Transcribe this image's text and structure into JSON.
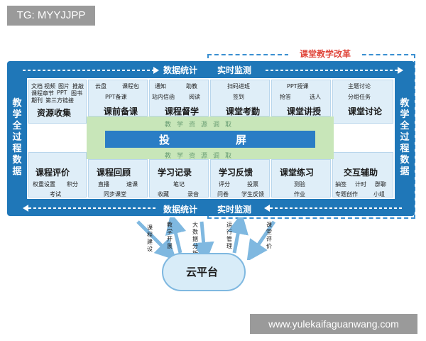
{
  "tag": "TG: MYYJJPP",
  "watermark": "www.yulekaifaguanwang.com",
  "reform_label": "课堂教学改革",
  "top_bar": {
    "left": "数据统计",
    "right": "实时监测"
  },
  "bottom_bar": {
    "left": "数据统计",
    "right": "实时监测"
  },
  "side_left": "教学全过程数据",
  "side_right": "教学全过程数据",
  "center": {
    "projection_a": "投",
    "projection_b": "屏",
    "hint_top": "教学资源调取",
    "hint_bottom": "教学资源调取"
  },
  "top_row": [
    {
      "title": "资源收集",
      "items": [
        "文档",
        "视频",
        "图片",
        "推敲",
        "课程章节",
        "PPT",
        "图书",
        "期刊",
        "第三方链接"
      ]
    },
    {
      "title": "课前备课",
      "items": [
        "云盘",
        "课程包",
        "PPT备课"
      ]
    },
    {
      "title": "课程督学",
      "items": [
        "通知",
        "助教",
        "站内信函",
        "阅读"
      ]
    },
    {
      "title": "课堂考勤",
      "items": [
        "扫码进班",
        "签到"
      ]
    },
    {
      "title": "课堂讲授",
      "items": [
        "PPT授课",
        "抢答",
        "选人"
      ]
    },
    {
      "title": "课堂讨论",
      "items": [
        "主题讨论",
        "分组任务"
      ]
    }
  ],
  "bottom_row": [
    {
      "title": "课程评价",
      "items": [
        "权重设置",
        "积分",
        "考试"
      ]
    },
    {
      "title": "课程回顾",
      "items": [
        "直播",
        "速课",
        "同步课堂"
      ]
    },
    {
      "title": "学习记录",
      "items": [
        "笔记",
        "收藏",
        "录音"
      ]
    },
    {
      "title": "学习反馈",
      "items": [
        "评分",
        "投票",
        "问卷",
        "学生反馈"
      ]
    },
    {
      "title": "课堂练习",
      "items": [
        "测验",
        "作业"
      ]
    },
    {
      "title": "交互辅助",
      "items": [
        "抽签",
        "计时",
        "群聊",
        "专题创作",
        "小组"
      ]
    }
  ],
  "cloud": "云平台",
  "cloud_arrows": [
    "课程建设",
    "教学开展",
    "大数据分析",
    "运行管理",
    "课堂评价"
  ]
}
